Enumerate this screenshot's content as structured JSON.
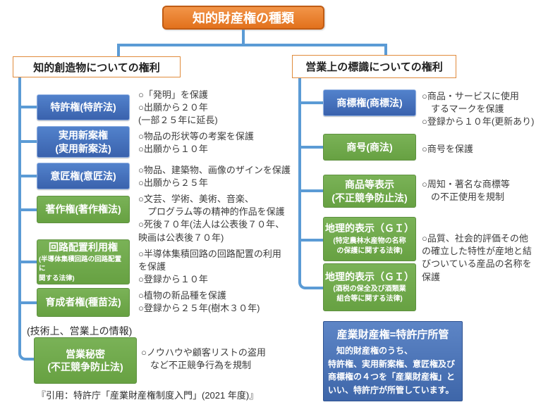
{
  "title": "知的財産権の種類",
  "colors": {
    "accent_orange": "#e2711c",
    "accent_blue": "#4472C4",
    "accent_green": "#70AD47",
    "connector_blue": "#5B9BD5"
  },
  "left": {
    "header": "知的創造物についての権利",
    "items": [
      {
        "label": "特許権(特許法)",
        "color": "blue",
        "desc": [
          "○「発明」を保護",
          "○出願から２０年",
          "(一部２５年に延長)"
        ]
      },
      {
        "label": [
          "実用新案権",
          "(実用新案法)"
        ],
        "color": "blue",
        "desc": [
          "○物品の形状等の考案を保護",
          "○出願から１０年"
        ]
      },
      {
        "label": "意匠権(意匠法)",
        "color": "blue",
        "desc": [
          "○物品、建築物、画像のザインを保護",
          "○出願から２５年"
        ]
      },
      {
        "label": "著作権(著作権法)",
        "color": "green",
        "desc": [
          "○文芸、学術、美術、音楽、",
          "　プログラム等の精神的作品を保護",
          "○死後７０年(法人は公表後７０年、",
          "映画は公表後７０年)"
        ]
      },
      {
        "label": "回路配置利用権",
        "sub": [
          "(半導体集積回路の回路配置に",
          "関する法律)"
        ],
        "color": "green",
        "desc": [
          "○半導体集積回路の回路配置の利用",
          "を保護",
          "○登録から１０年"
        ]
      },
      {
        "label": "育成者権(種苗法)",
        "color": "green",
        "desc": [
          "○植物の新品種を保護",
          "○登録から２５年(樹木３０年)"
        ]
      },
      {
        "label": [
          "営業秘密",
          "(不正競争防止法)"
        ],
        "color": "green",
        "desc": [
          "○ノウハウや顧客リストの盗用",
          "　など不正競争行為を規制"
        ]
      }
    ],
    "note": "(技術上、営業上の情報)",
    "citation": "『引用：特許庁「産業財産権制度入門」(2021 年度)』"
  },
  "right": {
    "header": "営業上の標識についての権利",
    "items": [
      {
        "label": "商標権(商標法)",
        "color": "blue",
        "desc": [
          "○商品・サービスに使用",
          "　するマークを保護",
          "○登録から１０年(更新あり)"
        ]
      },
      {
        "label": "商号(商法)",
        "color": "green",
        "desc": [
          "○商号を保護"
        ]
      },
      {
        "label": [
          "商品等表示",
          "(不正競争防止法)"
        ],
        "color": "green",
        "desc": [
          "○周知・著名な商標等",
          "　の不正使用を規制"
        ]
      },
      {
        "label": "地理的表示（ＧＩ）",
        "sub": [
          "(特定農林水産物の名称",
          "の保護に関する法律)"
        ],
        "color": "green",
        "desc": [
          "○品質、社会的評価その他",
          "の確立した特性が産地と結",
          "びついている産品の名称を",
          "保護"
        ]
      },
      {
        "label": "地理的表示（ＧＩ）",
        "sub": [
          "(酒税の保全及び酒類業",
          "組合等に関する法律)"
        ],
        "color": "green",
        "desc": []
      }
    ],
    "info_box": {
      "title": "産業財産権=特許庁所管",
      "body": [
        "　知的財産権のうち、",
        "特許権、実用新案権、意匠権及び",
        "商標権の４つを「産業財産権」と",
        "いい、特許庁が所管しています。"
      ]
    }
  }
}
